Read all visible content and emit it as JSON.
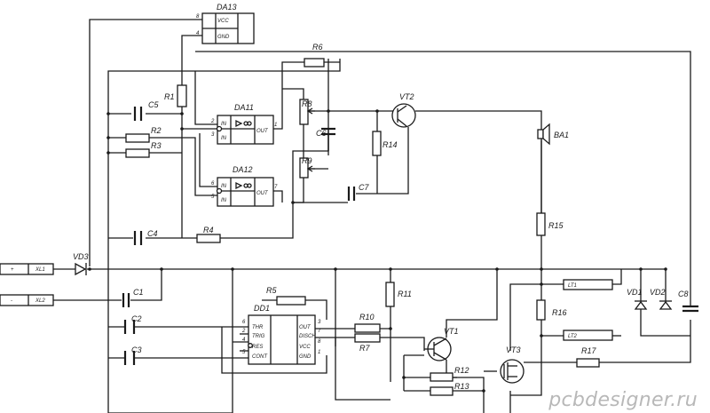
{
  "chips": {
    "da13": {
      "label": "DA13",
      "pins": [
        "8",
        "4"
      ],
      "funcs": [
        "VCC",
        "GND"
      ]
    },
    "da11": {
      "label": "DA11",
      "pins": [
        "2",
        "3",
        "1"
      ],
      "funcs": [
        "IN",
        "IN",
        "OUT"
      ]
    },
    "da12": {
      "label": "DA12",
      "pins": [
        "6",
        "5",
        "7"
      ],
      "funcs": [
        "IN",
        "IN",
        "OUT"
      ]
    },
    "dd1": {
      "label": "DD1",
      "pins": [
        "6",
        "2",
        "4",
        "5",
        "3",
        "7",
        "8",
        "1"
      ],
      "funcs": [
        "THR",
        "TRIG",
        "RES",
        "CONT",
        "OUT",
        "DISCH",
        "VCC",
        "GND"
      ]
    }
  },
  "resistors": [
    "R1",
    "R2",
    "R3",
    "R4",
    "R5",
    "R6",
    "R7",
    "R8",
    "R9",
    "R10",
    "R11",
    "R12",
    "R13",
    "R14",
    "R15",
    "R16",
    "R17"
  ],
  "capacitors": [
    "C1",
    "C2",
    "C3",
    "C4",
    "C5",
    "C6",
    "C7",
    "C8"
  ],
  "transistors": [
    "VT1",
    "VT2",
    "VT3"
  ],
  "diodes": [
    "VD1",
    "VD2",
    "VD3"
  ],
  "speaker": "BA1",
  "leds": [
    "LT1",
    "LT2"
  ],
  "connectors": {
    "xl1": {
      "label": "XL1",
      "sign": "+"
    },
    "xl2": {
      "label": "XL2",
      "sign": "-"
    }
  },
  "watermark": "pcbdesigner.ru"
}
